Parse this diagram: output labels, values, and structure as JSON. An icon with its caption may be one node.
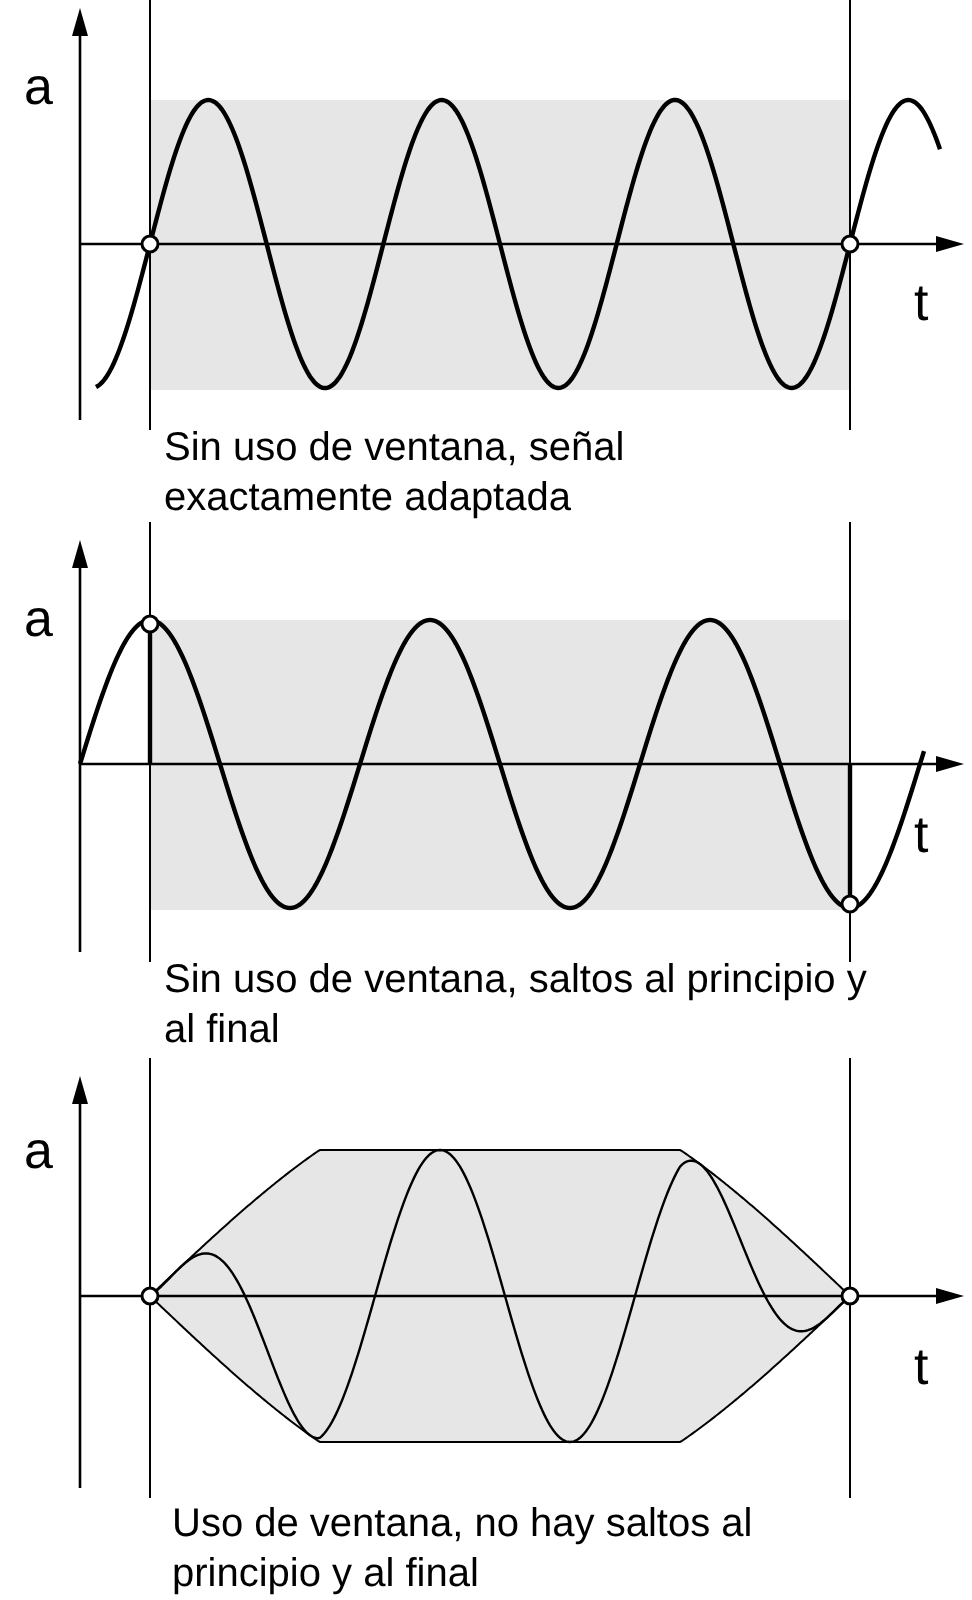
{
  "diagram": {
    "labels": [
      "a",
      "t",
      "Sin uso de ventana, señal exactamente adaptada",
      "a",
      "t",
      "Sin uso de ventana, saltos al principio y al final",
      "a",
      "t",
      "Uso de ventana, no hay saltos al principio y al final"
    ]
  }
}
